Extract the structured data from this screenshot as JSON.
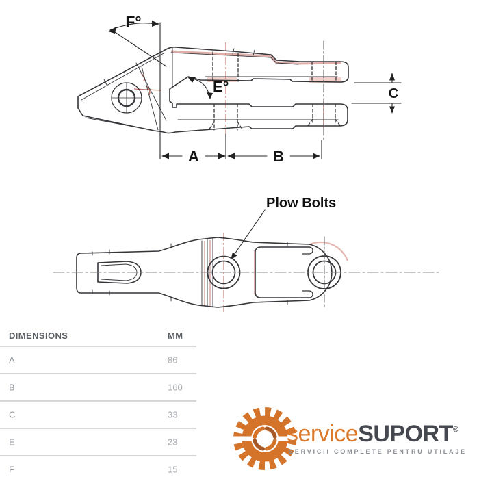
{
  "diagram": {
    "side_view": {
      "labels": {
        "f": "F°",
        "e": "E°",
        "a": "A",
        "b": "B",
        "c": "C"
      }
    },
    "top_view": {
      "callout": "Plow Bolts"
    }
  },
  "table": {
    "headers": {
      "dimension": "DIMENSIONS",
      "unit": "MM"
    },
    "rows": [
      {
        "label": "A",
        "value": "86"
      },
      {
        "label": "B",
        "value": "160"
      },
      {
        "label": "C",
        "value": "33"
      },
      {
        "label": "E",
        "value": "23"
      },
      {
        "label": "F",
        "value": "15"
      }
    ]
  },
  "logo": {
    "brand_primary": "service",
    "brand_secondary": "SUPORT",
    "trademark": "®",
    "tagline": "SERVICII COMPLETE PENTRU UTILAJE",
    "colors": {
      "orange": "#D4732A",
      "dark_orange": "#A85B28",
      "dark_text": "#45494F",
      "tagline_gray": "#8B8F94"
    }
  },
  "drawing_colors": {
    "line": "#35353A",
    "centerline_red": "#C4706A",
    "highlight_stroke": "#D89A92",
    "highlight_fill": "#EFC9C3"
  }
}
